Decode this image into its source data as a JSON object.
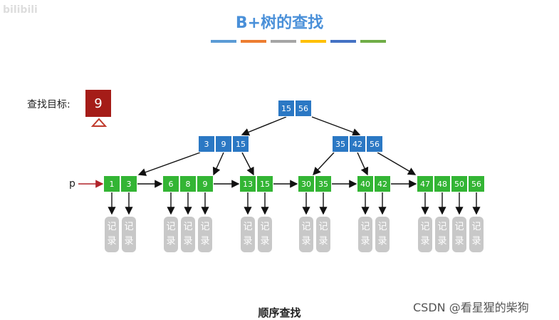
{
  "title": "B+树的查找",
  "stripe_colors": [
    "#5b9bd5",
    "#ed7d31",
    "#a5a5a5",
    "#ffc000",
    "#4472c4",
    "#70ad47"
  ],
  "target": {
    "label": "查找目标:",
    "value": "9"
  },
  "pointer_label": "p",
  "root": [
    "15",
    "56"
  ],
  "internal": [
    [
      "3",
      "9",
      "15"
    ],
    [
      "35",
      "42",
      "56"
    ]
  ],
  "leaves": [
    [
      "1",
      "3"
    ],
    [
      "6",
      "8",
      "9"
    ],
    [
      "13",
      "15"
    ],
    [
      "30",
      "35"
    ],
    [
      "40",
      "42"
    ],
    [
      "47",
      "48",
      "50",
      "56"
    ]
  ],
  "record_label": [
    "记",
    "录"
  ],
  "caption": "顺序查找",
  "watermark": "CSDN @看星猩的柴狗",
  "logo": "bilibili"
}
